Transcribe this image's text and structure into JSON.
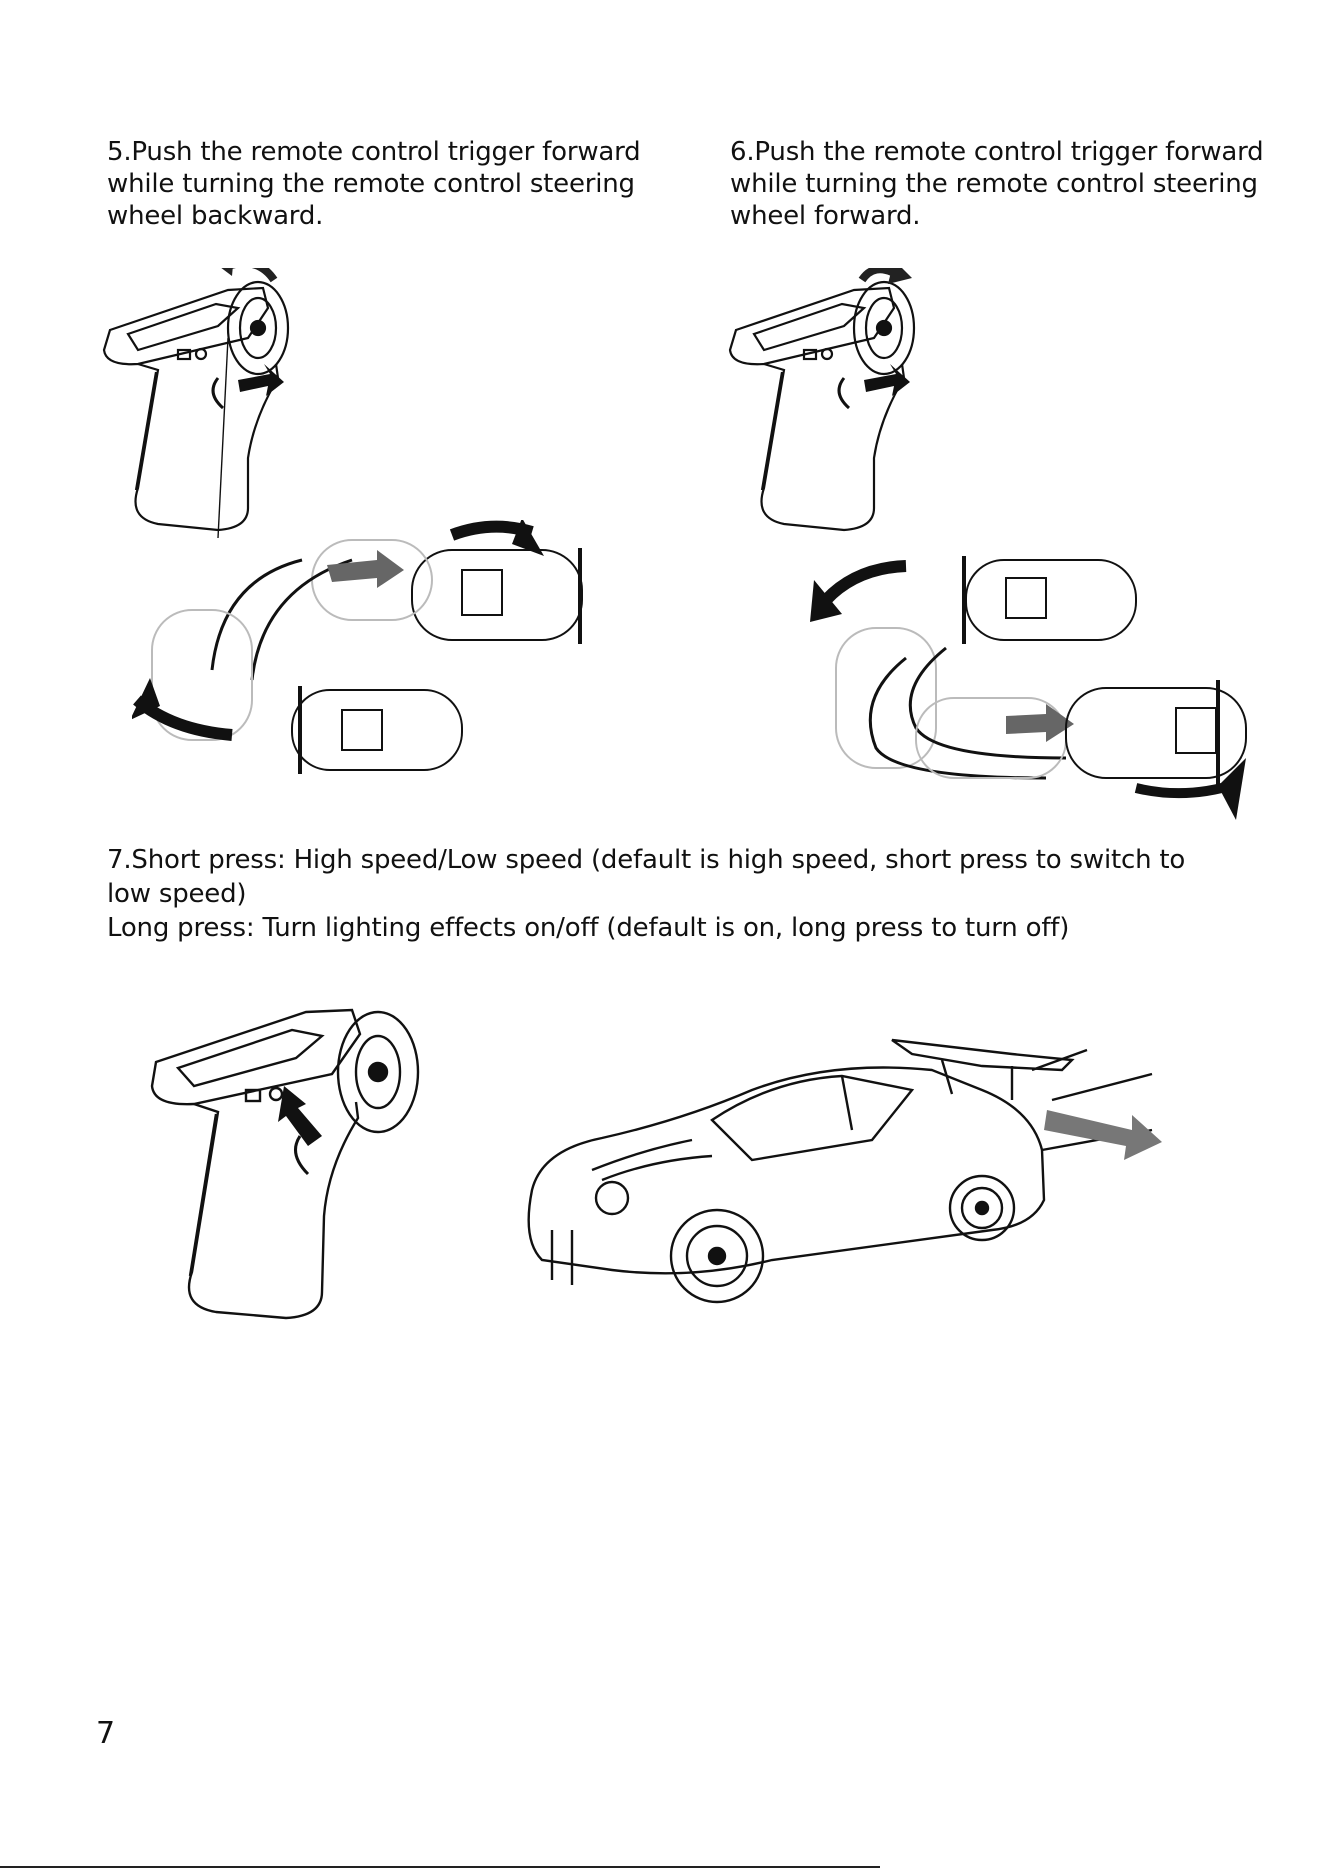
{
  "steps": {
    "step5": "5.Push the remote control trigger forward while turning the remote control steering wheel backward.",
    "step6": "6.Push the remote control trigger forward while turning the remote control steering wheel forward.",
    "step7_line1": "7.Short press: High speed/Low speed (default is high speed, short press to switch to low speed)",
    "step7_line2": "Long press: Turn lighting effects on/off (default is on, long press to turn off)"
  },
  "page_number": "7",
  "icons": {
    "remote": "remote-controller-icon",
    "car": "rc-car-icon",
    "arrow": "direction-arrow-icon"
  }
}
